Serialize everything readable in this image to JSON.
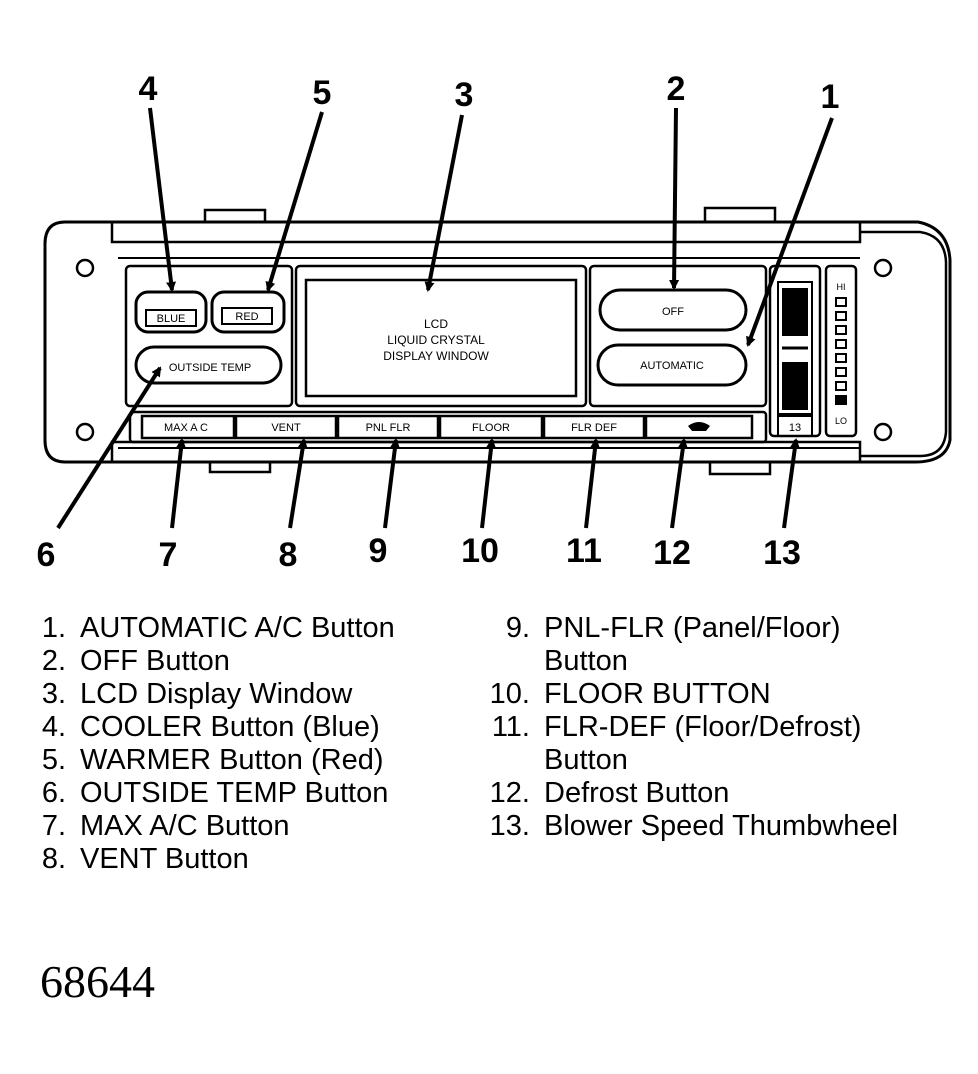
{
  "callouts": {
    "c1": "1",
    "c2": "2",
    "c3": "3",
    "c4": "4",
    "c5": "5",
    "c6": "6",
    "c7": "7",
    "c8": "8",
    "c9": "9",
    "c10": "10",
    "c11": "11",
    "c12": "12",
    "c13": "13"
  },
  "panel": {
    "blue_button": "BLUE",
    "red_button": "RED",
    "outside_temp_button": "OUTSIDE TEMP",
    "lcd_line1": "LCD",
    "lcd_line2": "LIQUID CRYSTAL",
    "lcd_line3": "DISPLAY WINDOW",
    "off_button": "OFF",
    "automatic_button": "AUTOMATIC",
    "max_ac_button": "MAX A C",
    "vent_button": "VENT",
    "pnl_flr_button": "PNL FLR",
    "floor_button": "FLOOR",
    "flr_def_button": "FLR DEF",
    "thumbwheel_label": "13",
    "scale_hi": "HI",
    "scale_lo": "LO"
  },
  "legend": {
    "left": [
      {
        "num": "1.",
        "text": "AUTOMATIC A/C Button"
      },
      {
        "num": "2.",
        "text": "OFF Button"
      },
      {
        "num": "3.",
        "text": "LCD Display Window"
      },
      {
        "num": "4.",
        "text": "COOLER Button (Blue)"
      },
      {
        "num": "5.",
        "text": "WARMER Button (Red)"
      },
      {
        "num": "6.",
        "text": "OUTSIDE TEMP Button"
      },
      {
        "num": "7.",
        "text": "MAX A/C Button"
      },
      {
        "num": "8.",
        "text": "VENT Button"
      }
    ],
    "right": [
      {
        "num": "9.",
        "text": "PNL-FLR (Panel/Floor)",
        "cont": "Button"
      },
      {
        "num": "10.",
        "text": "FLOOR BUTTON"
      },
      {
        "num": "11.",
        "text": "FLR-DEF (Floor/Defrost)",
        "cont": "Button"
      },
      {
        "num": "12.",
        "text": "Defrost Button"
      },
      {
        "num": "13.",
        "text": "Blower Speed Thumbwheel"
      }
    ]
  },
  "figure_number": "68644"
}
